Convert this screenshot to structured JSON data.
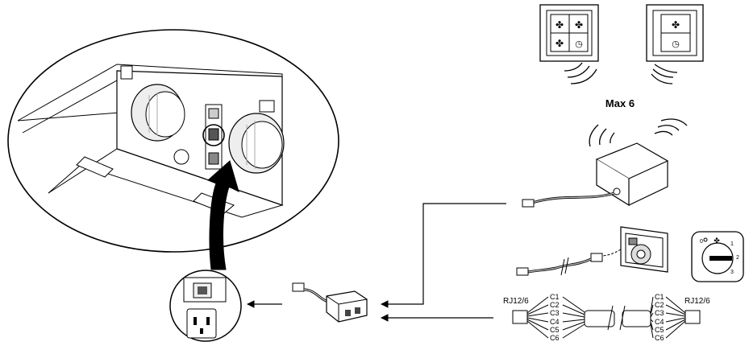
{
  "labels": {
    "max_count": "Max 6",
    "connector_left": "RJ12/6",
    "connector_right": "RJ12/6",
    "wires_left": [
      "C1",
      "C2",
      "C3",
      "C4",
      "C5",
      "C6"
    ],
    "wires_right": [
      "C1",
      "C2",
      "C3",
      "C4",
      "C5",
      "C6"
    ],
    "switch_positions": [
      "0",
      "1",
      "2",
      "3"
    ]
  },
  "icons": {
    "remote_1": "fan-speed-timer-panel-icon",
    "remote_2": "fan-timer-panel-icon",
    "receiver": "wireless-receiver-box",
    "wired_controller": "wall-mounted-controller",
    "rotary_switch": "rotary-speed-switch",
    "splitter": "rj12-splitter-adapter"
  }
}
